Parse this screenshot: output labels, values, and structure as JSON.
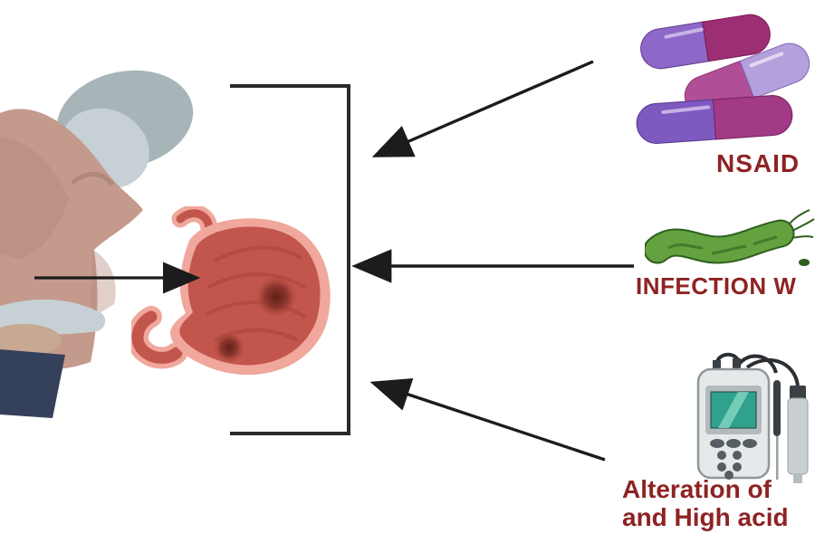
{
  "diagram": {
    "description": "Medical diagram of stomach ulcer causes: a person clutching the abdomen, an inflamed stomach with ulcer spots, and arrows pointing from three causes (NSAID capsules, H. pylori bacterium, pH meter) into a bracket beside the stomach.",
    "labels": {
      "nsaid": "NSAID",
      "infection": "INFECTION W",
      "alteration_line1": "Alteration of",
      "alteration_line2": "and High acid"
    },
    "icons": [
      "person-clutching-stomach",
      "stomach-with-ulcers",
      "nsaid-capsules",
      "h-pylori-bacterium",
      "ph-meter",
      "bracket",
      "arrow"
    ]
  },
  "colors": {
    "label_text": "#8e2323",
    "arrow": "#1c1c1c",
    "bracket": "#2a2a2a",
    "capsule_purple": "#8d68c8",
    "capsule_magenta": "#9c2e74",
    "capsule_pink": "#b04f98",
    "capsule_lavender": "#b4a0dc",
    "capsule_violet": "#7d59c0",
    "capsule_plum": "#a23a85",
    "bacterium_green": "#63a23f",
    "bacterium_outline": "#2f5e1f",
    "stomach_outer": "#f0a79c",
    "stomach_inner": "#c2564c",
    "stomach_streak": "#a8433b",
    "ulcer_dark": "#601f17",
    "person_skin": "#c7d0d4",
    "person_hair": "#a7b4b8",
    "person_shirt": "#c49a8d",
    "person_shirt_shadow": "#b58878",
    "person_hand": "#c7a893",
    "person_pants": "#35405a",
    "meter_body": "#e6e9ea",
    "meter_bezel": "#b3babd",
    "meter_screen": "#2fa18c",
    "meter_screen_light": "#7fd3bf",
    "meter_button": "#565e63",
    "meter_dark": "#3a3f43",
    "meter_probe": "#c9ced1"
  }
}
